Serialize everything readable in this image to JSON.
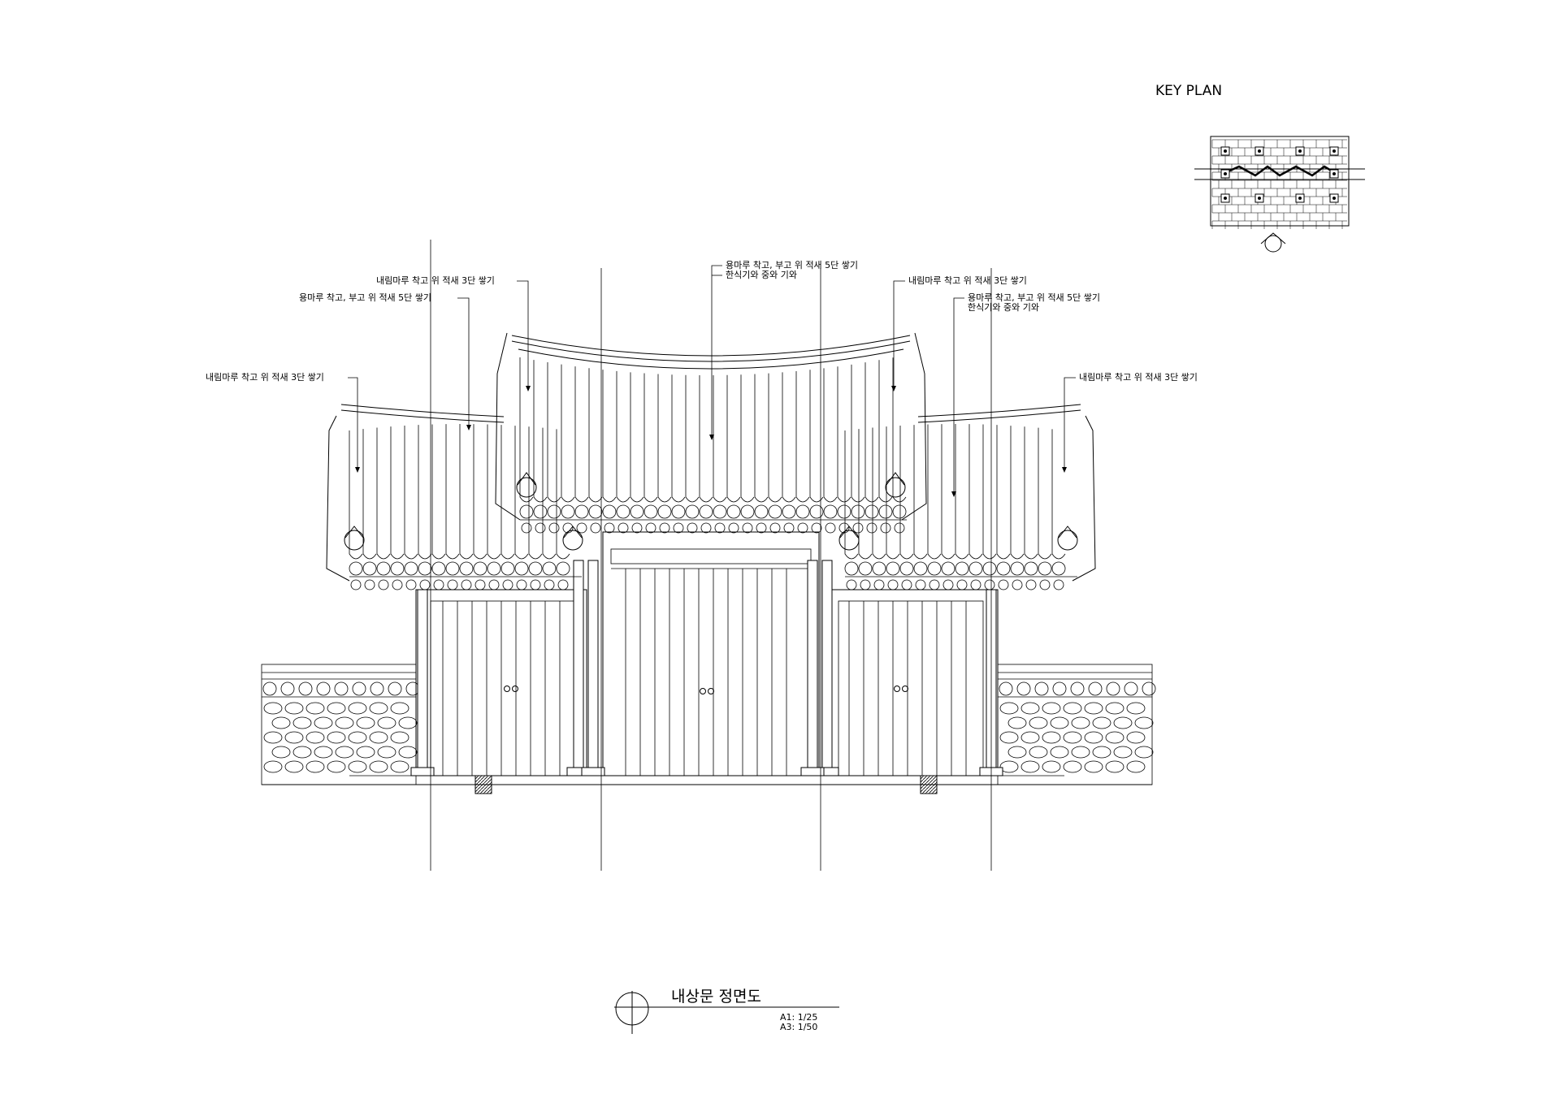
{
  "key_plan": {
    "title": "KEY PLAN"
  },
  "annotations": {
    "left_outer_ridge": "내림마루 착고 위 적새 3단 쌓기",
    "left_main_ridge": "내림마루 착고 위 적새 3단 쌓기",
    "left_wing_ridge": "용마루 착고, 부고 위 적새 5단 쌓기",
    "center_ridge_line1": "용마루 착고, 부고 위 적새 5단 쌓기",
    "center_ridge_line2": "한식기와 중와 기와",
    "right_main_ridge": "내림마루 착고 위 적새 3단 쌓기",
    "right_wing_ridge_line1": "용마루 착고, 부고 위 적새 5단 쌓기",
    "right_wing_ridge_line2": "한식기와 중와 기와",
    "right_outer_ridge": "내림마루 착고 위 적새 3단 쌓기"
  },
  "title_block": {
    "title": "내상문 정면도",
    "scale_a1": "A1: 1/25",
    "scale_a3": "A3: 1/50"
  }
}
